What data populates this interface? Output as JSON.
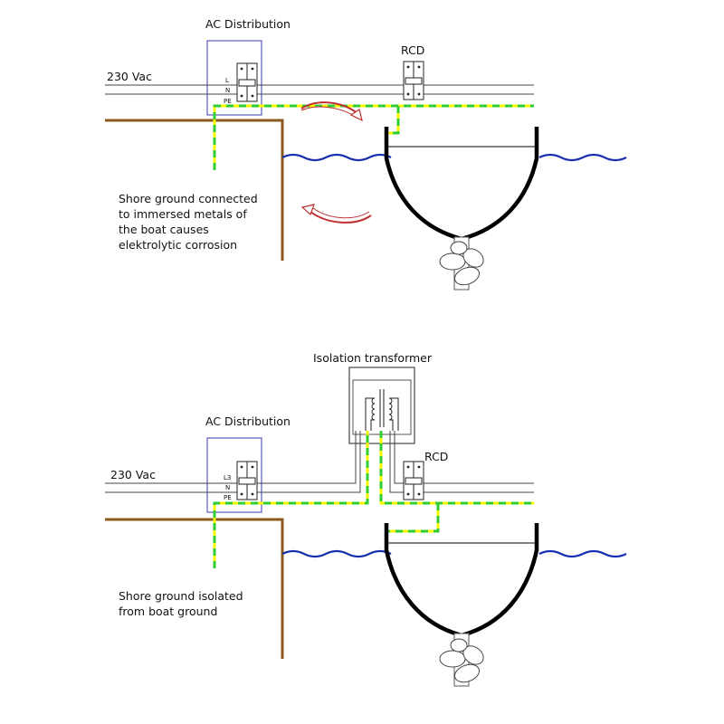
{
  "colors": {
    "wire": "#444444",
    "ground_green": "#33cc33",
    "ground_yellow": "#f5f500",
    "shore": "#8b5a1b",
    "water": "#1a2fb0",
    "distribution_box": "#3a3ab0",
    "hull": "#000000",
    "arrow": "#c03030"
  },
  "top_diagram": {
    "ac_distribution_label": "AC Distribution",
    "supply_label": "230 Vac",
    "rcd_label": "RCD",
    "terminal_labels": [
      "L",
      "N",
      "PE"
    ],
    "note_lines": [
      "Shore ground connected",
      "to immersed metals of",
      "the boat causes",
      "elektrolytic corrosion"
    ]
  },
  "bottom_diagram": {
    "transformer_label": "Isolation transformer",
    "ac_distribution_label": "AC Distribution",
    "supply_label": "230 Vac",
    "rcd_label": "RCD",
    "terminal_labels": [
      "L3",
      "N",
      "PE"
    ],
    "note_lines": [
      "Shore ground isolated",
      "from boat ground"
    ]
  }
}
